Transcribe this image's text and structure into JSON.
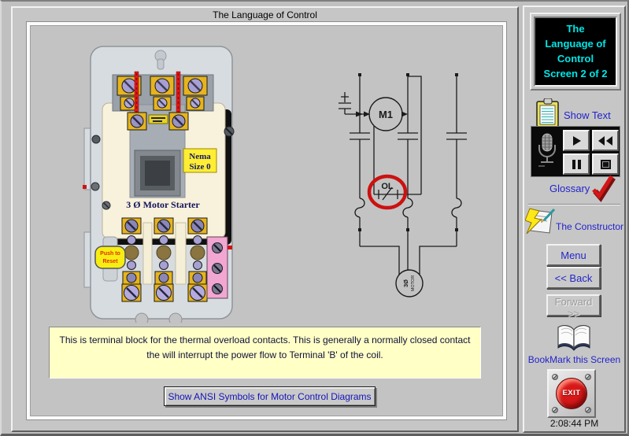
{
  "header": {
    "title": "The Language of Control"
  },
  "main": {
    "starter": {
      "nema_label": {
        "line1": "Nema",
        "line2": "Size 0"
      },
      "name_label": "3 Ø Motor Starter",
      "reset_button": {
        "line1": "Push to",
        "line2": "Reset"
      }
    },
    "circuit": {
      "coil_label": "M1",
      "overload_label": "OL",
      "motor_label": {
        "line1": "3Ø",
        "line2": "MOTOR"
      }
    },
    "note": {
      "line1": "This is terminal block for the thermal overload contacts.  This is generally a normally closed contact",
      "line2": "the will interrupt the power flow to Terminal 'B' of the coil."
    },
    "ansi_button_label": "Show ANSI Symbols for Motor Control Diagrams"
  },
  "sidebar": {
    "screen_title": {
      "line1": "The",
      "line2": "Language of",
      "line3": "Control",
      "line4": "Screen 2 of 2"
    },
    "show_text_label": "Show Text",
    "glossary_label": "Glossary",
    "constructor_label": "The Constructor",
    "menu_button": "Menu",
    "back_button": "<< Back",
    "forward_button": "Forward >>",
    "bookmark_label": "BookMark this Screen",
    "exit_button": "EXIT",
    "clock": "2:08:44 PM"
  },
  "icons": [
    "clipboard-icon",
    "microphone-icon",
    "play-icon",
    "rewind-icon",
    "pause-icon",
    "stop-icon",
    "checkmark-icon",
    "constructor-icon",
    "book-icon",
    "keyhole-icon",
    "screw-icon"
  ],
  "colors": {
    "screen_title_text": "#00e6e6",
    "link_text": "#2323cc",
    "highlight_red": "#cc1111",
    "note_bg": "#ffffc6",
    "exit_red": "#d81818",
    "terminal_yellow": "#e6b41e",
    "overload_block_pink": "#f2a6d2",
    "wire_red": "#e01818",
    "starter_text_navy": "#13135c"
  }
}
